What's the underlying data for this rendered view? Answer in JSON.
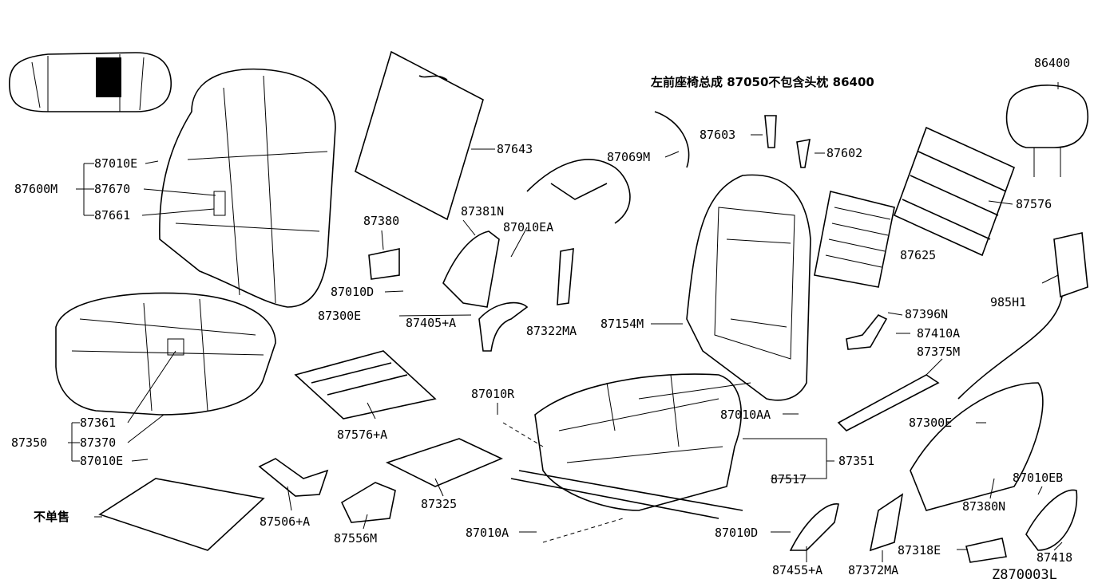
{
  "diagram": {
    "title_note": "左前座椅总成 87050不包含头枕 86400",
    "not_sold_note": "不单售",
    "diagram_code": "Z870003L",
    "labels": {
      "p87600M": "87600M",
      "p87010E_top": "87010E",
      "p87670": "87670",
      "p87661": "87661",
      "p87643": "87643",
      "p87381N": "87381N",
      "p87380": "87380",
      "p87010D_left": "87010D",
      "p87300E_left": "87300E",
      "p87405A": "87405+A",
      "p87010EA": "87010EA",
      "p87069M": "87069M",
      "p87322MA": "87322MA",
      "p87603": "87603",
      "p87602": "87602",
      "p87154M": "87154M",
      "p87625": "87625",
      "p86400": "86400",
      "p87576_right": "87576",
      "p985H1": "985H1",
      "p87396N": "87396N",
      "p87410A": "87410A",
      "p87375M": "87375M",
      "p87010AA": "87010AA",
      "p87300E_right": "87300E",
      "p87351": "87351",
      "p87517": "87517",
      "p87010EB": "87010EB",
      "p87380N": "87380N",
      "p87361": "87361",
      "p87350": "87350",
      "p87370": "87370",
      "p87010E_bottom": "87010E",
      "p87576A": "87576+A",
      "p87010R": "87010R",
      "p87325": "87325",
      "p87506A": "87506+A",
      "p87556M": "87556M",
      "p87010A": "87010A",
      "p87010D_bottom": "87010D",
      "p87455A": "87455+A",
      "p87372MA": "87372MA",
      "p87318E": "87318E",
      "p87418": "87418"
    }
  }
}
